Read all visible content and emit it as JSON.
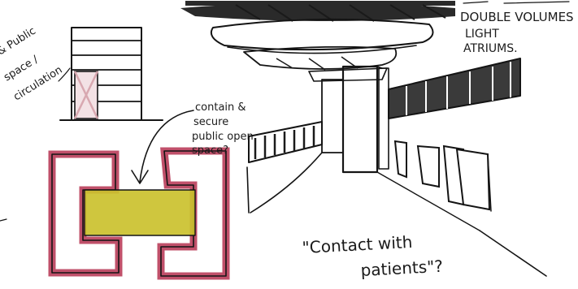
{
  "annotations": {
    "public_space": [
      "& Public",
      "space /",
      "circulation"
    ],
    "contain_secure": [
      "contain &",
      "secure",
      "public open",
      "space?"
    ],
    "double_volumes": [
      "DOUBLE VOLUMES",
      "LIGHT",
      "ATRIUMS."
    ],
    "quote_line1": "\"Contact with",
    "quote_line2": "patients\"?"
  },
  "colors": {
    "ink": "#141414",
    "outline_pink": "#c0506a",
    "highlight_yellow": "#cbc12e",
    "cross_pink": "#d8a8b0",
    "paper": "#ffffff"
  }
}
